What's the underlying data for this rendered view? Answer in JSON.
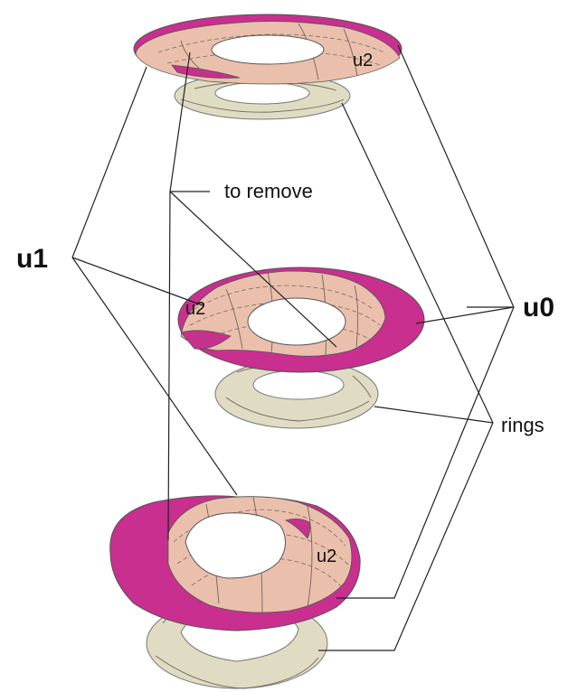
{
  "labels": {
    "u1": "u1",
    "u0": "u0",
    "to_remove": "to remove",
    "rings": "rings",
    "u2_top": "u2",
    "u2_mid": "u2",
    "u2_bottom": "u2"
  },
  "colors": {
    "magenta": "#c82f8e",
    "peach": "#eac0ac",
    "beige": "#e0dcc3",
    "line": "#222222"
  }
}
